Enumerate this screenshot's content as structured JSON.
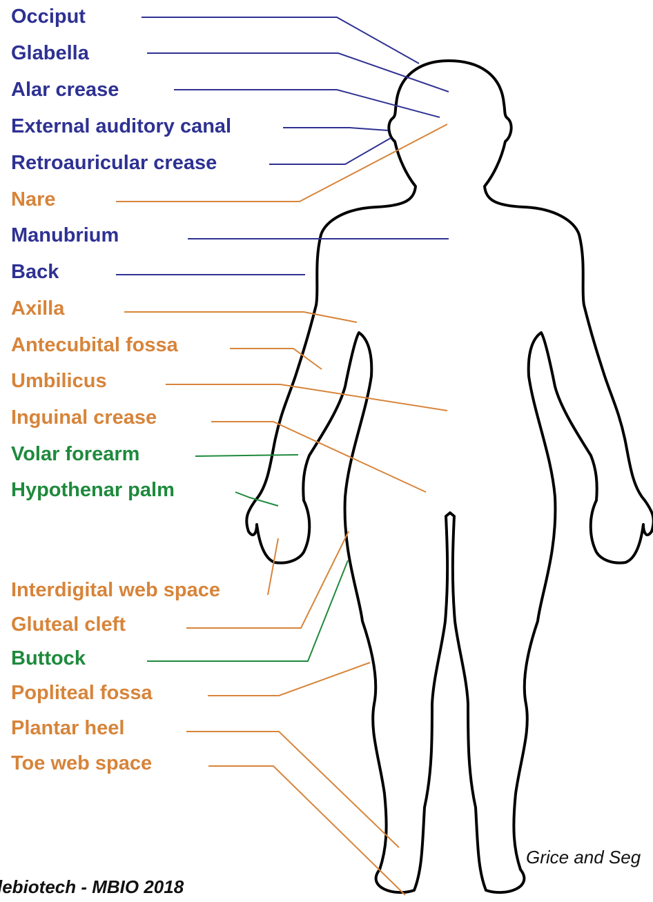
{
  "colors": {
    "blue": "#2e3192",
    "orange": "#d7843a",
    "green": "#1e8a3c",
    "outline": "#000000"
  },
  "labels": [
    {
      "text": "Occiput",
      "color": "blue"
    },
    {
      "text": "Glabella",
      "color": "blue"
    },
    {
      "text": "Alar crease",
      "color": "blue"
    },
    {
      "text": "External auditory canal",
      "color": "blue"
    },
    {
      "text": "Retroauricular crease",
      "color": "blue"
    },
    {
      "text": "Nare",
      "color": "orange"
    },
    {
      "text": "Manubrium",
      "color": "blue"
    },
    {
      "text": "Back",
      "color": "blue"
    },
    {
      "text": "Axilla",
      "color": "orange"
    },
    {
      "text": "Antecubital fossa",
      "color": "orange"
    },
    {
      "text": "Umbilicus",
      "color": "orange"
    },
    {
      "text": "Inguinal crease",
      "color": "orange"
    },
    {
      "text": "Volar forearm",
      "color": "green"
    },
    {
      "text": "Hypothenar palm",
      "color": "green"
    },
    {
      "text": "Interdigital web space",
      "color": "orange"
    },
    {
      "text": "Gluteal cleft",
      "color": "orange"
    },
    {
      "text": "Buttock",
      "color": "green"
    },
    {
      "text": "Popliteal fossa",
      "color": "orange"
    },
    {
      "text": "Plantar heel",
      "color": "orange"
    },
    {
      "text": "Toe web space",
      "color": "orange"
    }
  ],
  "credits": {
    "right": "Grice and Seg",
    "left": "lebiotech - MBIO 2018"
  }
}
